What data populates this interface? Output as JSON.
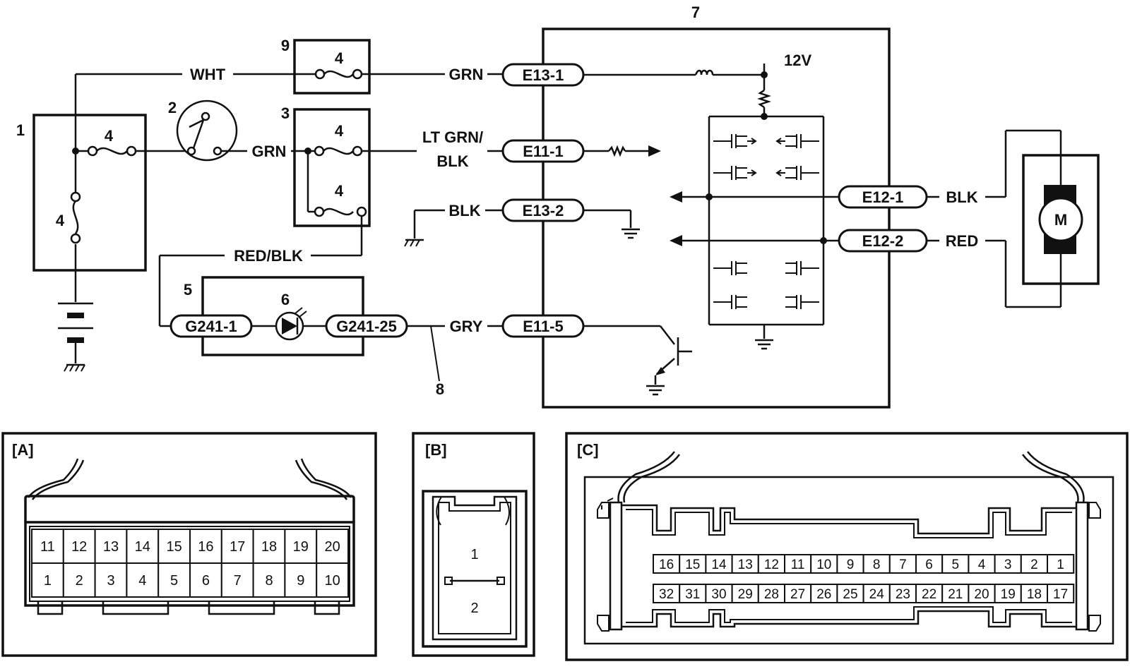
{
  "callouts": {
    "c1": "1",
    "c2": "2",
    "c3": "3",
    "c4a": "4",
    "c4b": "4",
    "c4c": "4",
    "c4d": "4",
    "c4e": "4",
    "c5": "5",
    "c6": "6",
    "c7": "7",
    "c8": "8",
    "c9": "9"
  },
  "wires": {
    "wht": "WHT",
    "grn_top": "GRN",
    "grn_mid": "GRN",
    "ltgrn_line1": "LT GRN/",
    "ltgrn_line2": "BLK",
    "blk_mid": "BLK",
    "red_blk": "RED/BLK",
    "gry": "GRY",
    "blk_right": "BLK",
    "red_right": "RED"
  },
  "voltage": "12V",
  "connectors": {
    "e13_1": "E13-1",
    "e11_1": "E11-1",
    "e13_2": "E13-2",
    "e11_5": "E11-5",
    "e12_1": "E12-1",
    "e12_2": "E12-2",
    "g241_1": "G241-1",
    "g241_25": "G241-25"
  },
  "motor": "M",
  "panels": {
    "a": {
      "label": "[A]",
      "top_row": [
        "11",
        "12",
        "13",
        "14",
        "15",
        "16",
        "17",
        "18",
        "19",
        "20"
      ],
      "bottom_row": [
        "1",
        "2",
        "3",
        "4",
        "5",
        "6",
        "7",
        "8",
        "9",
        "10"
      ]
    },
    "b": {
      "label": "[B]",
      "pins": [
        "1",
        "2"
      ]
    },
    "c": {
      "label": "[C]",
      "top_row": [
        "16",
        "15",
        "14",
        "13",
        "12",
        "11",
        "10",
        "9",
        "8",
        "7",
        "6",
        "5",
        "4",
        "3",
        "2",
        "1"
      ],
      "bottom_row": [
        "32",
        "31",
        "30",
        "29",
        "28",
        "27",
        "26",
        "25",
        "24",
        "23",
        "22",
        "21",
        "20",
        "19",
        "18",
        "17"
      ]
    }
  }
}
